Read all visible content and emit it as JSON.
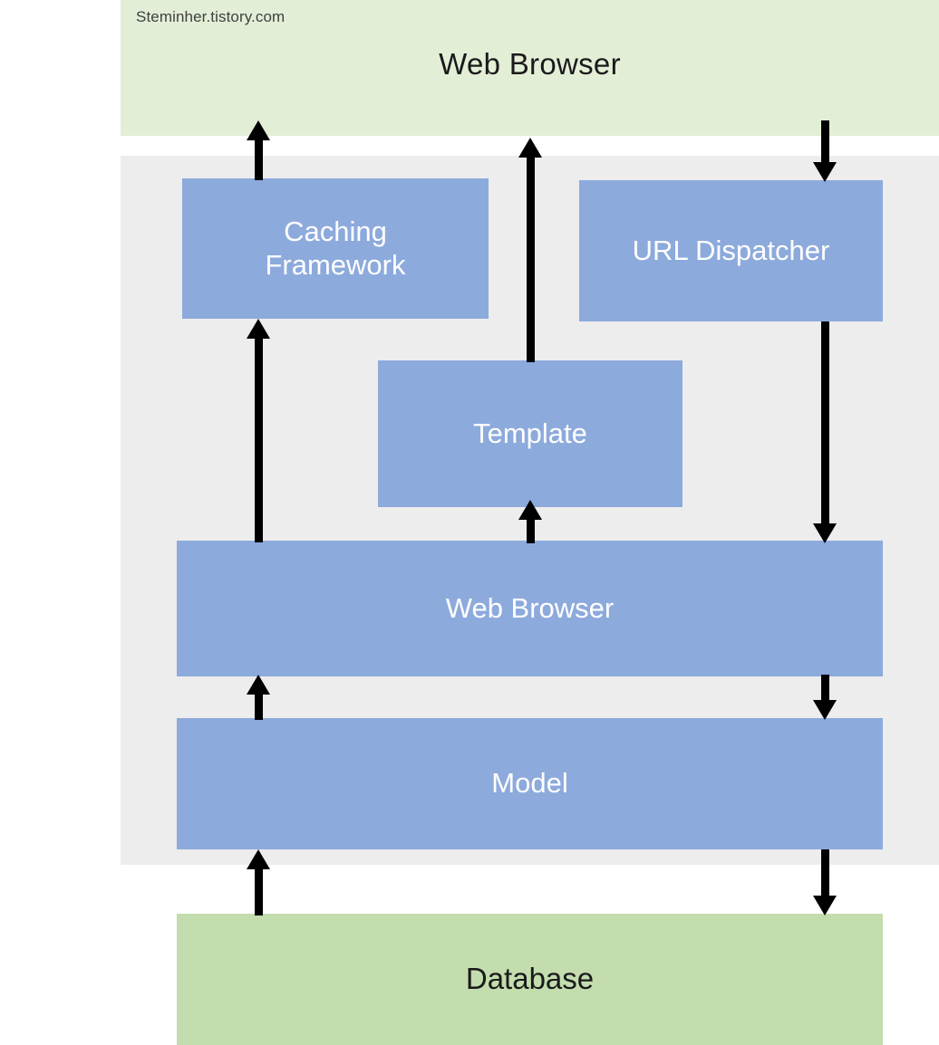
{
  "watermark": "Steminher.tistory.com",
  "bands": {
    "browser": {
      "title": "Web Browser",
      "color": "#e3eed7"
    },
    "framework": {
      "color": "#ededed"
    }
  },
  "colors": {
    "box_blue": "#8daadc",
    "box_green": "#c3ddae",
    "band_green": "#e3eed7",
    "band_gray": "#ededed",
    "arrow": "#000000",
    "blue_text": "#ffffff",
    "dark_text": "#1a1a1a"
  },
  "boxes": {
    "caching_framework": "Caching\nFramework",
    "url_dispatcher": "URL Dispatcher",
    "template": "Template",
    "view": "Web Browser",
    "model": "Model",
    "database": "Database"
  },
  "arrows": [
    {
      "name": "caching-framework-to-web-browser",
      "direction": "up",
      "from": "Caching Framework",
      "to": "Web Browser (top band)"
    },
    {
      "name": "template-to-web-browser",
      "direction": "up",
      "from": "Template",
      "to": "Web Browser (top band)"
    },
    {
      "name": "web-browser-to-url-dispatcher",
      "direction": "down",
      "from": "Web Browser (top band)",
      "to": "URL Dispatcher"
    },
    {
      "name": "view-to-caching-framework",
      "direction": "up",
      "from": "Web Browser (view)",
      "to": "Caching Framework"
    },
    {
      "name": "url-dispatcher-to-view",
      "direction": "down",
      "from": "URL Dispatcher",
      "to": "Web Browser (view)"
    },
    {
      "name": "view-to-template",
      "direction": "up",
      "from": "Web Browser (view)",
      "to": "Template"
    },
    {
      "name": "model-to-view",
      "direction": "up",
      "from": "Model",
      "to": "Web Browser (view)"
    },
    {
      "name": "view-to-model",
      "direction": "down",
      "from": "Web Browser (view)",
      "to": "Model"
    },
    {
      "name": "database-to-model",
      "direction": "up",
      "from": "Database",
      "to": "Model"
    },
    {
      "name": "model-to-database",
      "direction": "down",
      "from": "Model",
      "to": "Database"
    }
  ]
}
